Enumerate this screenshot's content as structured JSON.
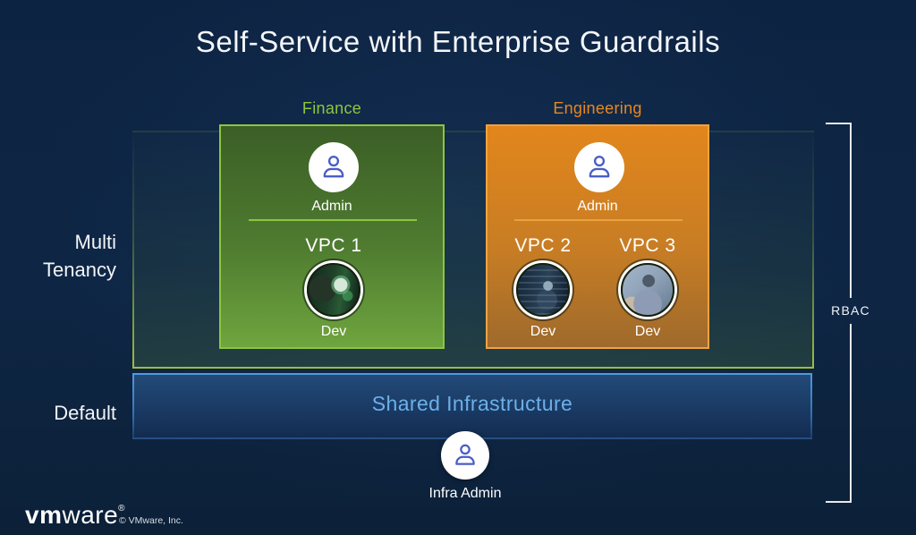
{
  "title": "Self-Service with Enterprise Guardrails",
  "row_labels": {
    "multi_tenancy": "Multi\nTenancy",
    "default": "Default"
  },
  "tenants": [
    {
      "name": "Finance",
      "admin_label": "Admin",
      "vpcs": [
        {
          "name": "VPC 1",
          "dev_label": "Dev"
        }
      ]
    },
    {
      "name": "Engineering",
      "admin_label": "Admin",
      "vpcs": [
        {
          "name": "VPC 2",
          "dev_label": "Dev"
        },
        {
          "name": "VPC 3",
          "dev_label": "Dev"
        }
      ]
    }
  ],
  "shared_infrastructure": {
    "label": "Shared Infrastructure",
    "admin_label": "Infra Admin"
  },
  "rbac_label": "RBAC",
  "footer": {
    "logo_vm": "vm",
    "logo_ware": "ware",
    "logo_reg": "®",
    "copyright": "© VMware, Inc."
  },
  "colors": {
    "background": "#0e2442",
    "finance_green": "#8dc63f",
    "engineering_orange": "#e8871e",
    "shared_blue_border": "#4e9ae0",
    "shared_blue_text": "#6cb0e8",
    "person_icon_stroke": "#4a5ec4",
    "bracket_white": "#e8eaee"
  },
  "icons": {
    "admin_avatar": "person-icon",
    "dev_avatars": [
      "dev-photo-1",
      "dev-photo-2",
      "dev-photo-3"
    ]
  }
}
